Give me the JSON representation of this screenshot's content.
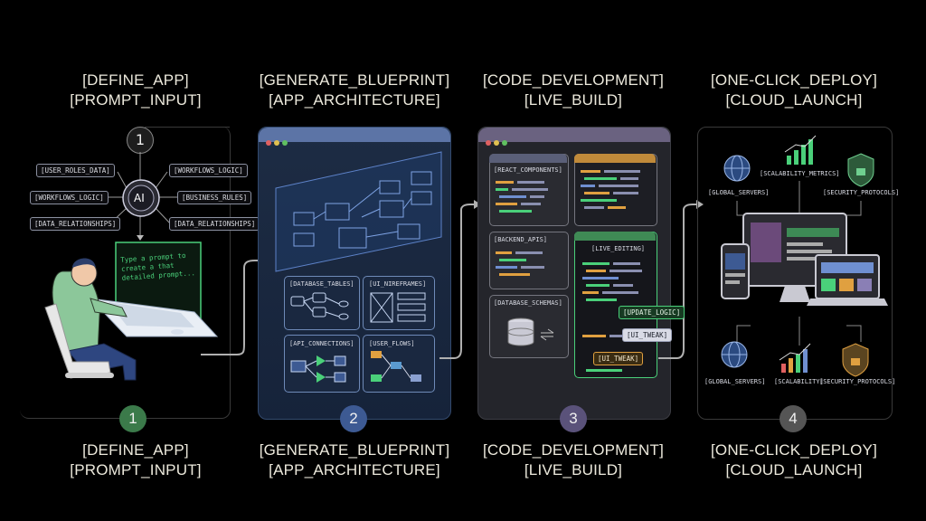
{
  "steps": [
    {
      "number": "1",
      "title_line1": "[DEFINE_APP]",
      "title_line2": "[PROMPT_INPUT]",
      "color": "#3b7a4a"
    },
    {
      "number": "2",
      "title_line1": "[GENERATE_BLUEPRINT]",
      "title_line2": "[APP_ARCHITECTURE]",
      "color": "#3d5a93"
    },
    {
      "number": "3",
      "title_line1": "[CODE_DEVELOPMENT]",
      "title_line2": "[LIVE_BUILD]",
      "color": "#5a527a"
    },
    {
      "number": "4",
      "title_line1": "[ONE-CLICK_DEPLOY]",
      "title_line2": "[CLOUD_LAUNCH]",
      "color": "#555555"
    }
  ],
  "step1": {
    "ai_label": "AI",
    "tags": [
      "[USER_ROLES_DATA]",
      "[WORKFLOWS_LOGIC]",
      "[WORKFLOWS_LOGIC]",
      "[BUSINESS_RULES]",
      "[DATA_RELATIONSHIPS]",
      "[DATA_RELATIONSHIPS]"
    ],
    "screen_text": "Type a prompt to create a that detailed prompt..."
  },
  "step2": {
    "subpanels": [
      "[DATABASE_TABLES]",
      "[UI_NIREFRAMES]",
      "[API_CONNECTIONS]",
      "[USER_FLOWS]"
    ]
  },
  "step3": {
    "windows": [
      "[REACT_COMPONENTS]",
      "[BACKEND_APIS]",
      "[LIVE_EDITING]",
      "[DATABASE_SCHEMAS]"
    ],
    "popups": [
      "[UPDATE_LOGIC]",
      "[UI_TWEAK]",
      "[UI_TWEAK]"
    ]
  },
  "step4": {
    "top_labels": [
      "[GLOBAL_SERVERS]",
      "[SCALABILITY_METRICS]",
      "[SECURITY_PROTOCOLS]"
    ],
    "bottom_labels": [
      "[GLOBAL_SERVERS]",
      "[SCALABILITY]",
      "[SECURITY_PROTOCOLS]"
    ]
  },
  "colors": {
    "accent_green": "#4ad07a",
    "accent_blue": "#6f8fd0",
    "accent_purple": "#8a7fb5",
    "accent_orange": "#e0a040"
  }
}
